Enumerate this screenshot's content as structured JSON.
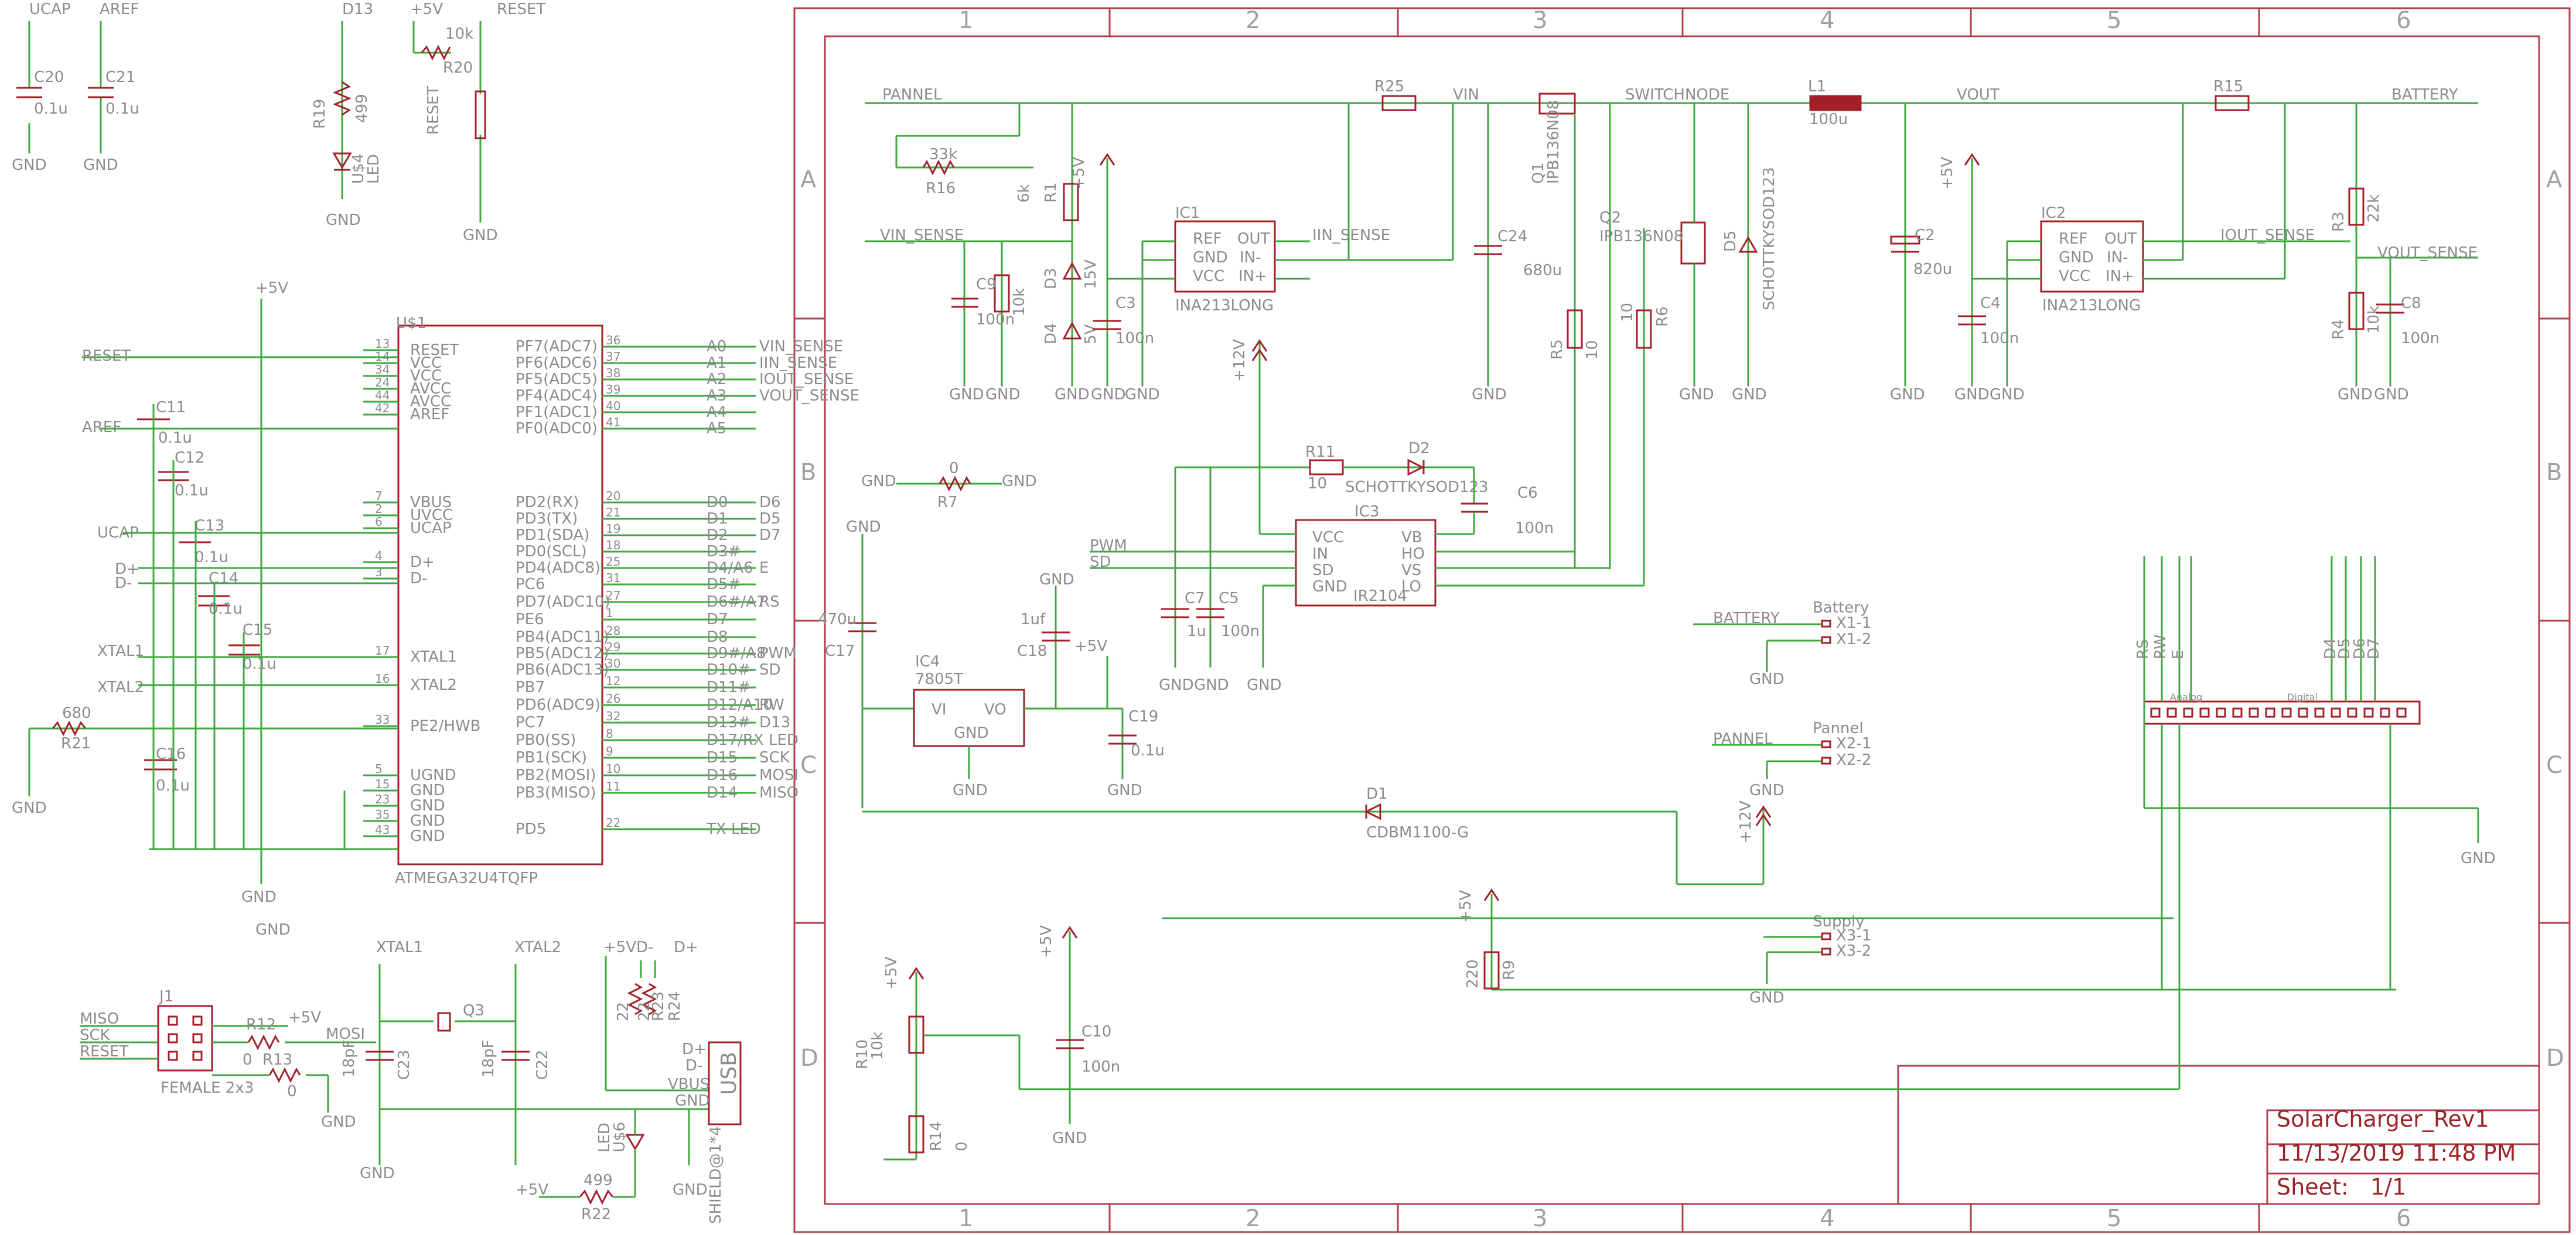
{
  "colors": {
    "wire": "#3fa83f",
    "part": "#a3202a",
    "text": "#8c8c8c",
    "frame": "#b2404a"
  },
  "frame": {
    "cols": [
      "1",
      "2",
      "3",
      "4",
      "5",
      "6"
    ],
    "rows": [
      "A",
      "B",
      "C",
      "D"
    ]
  },
  "title_block": {
    "name": "SolarCharger_Rev1",
    "date": "11/13/2019 11:48 PM",
    "sheet_label": "Sheet:",
    "sheet": "1/1"
  },
  "left": {
    "c20": "C20",
    "c20v": "0.1u",
    "c21": "C21",
    "c21v": "0.1u",
    "ucap": "UCAP",
    "aref": "AREF",
    "gnd": "GND",
    "d13": "D13",
    "r19": "R19",
    "r19v": "499",
    "u54": "U$4",
    "led": "LED",
    "p5v": "+5V",
    "reset": "RESET",
    "r20": "R20",
    "r20v": "10k",
    "u1": "U$1",
    "u1_name": "ATMEGA32U4TQFP",
    "c11": "C11",
    "c12": "C12",
    "c13": "C13",
    "c14": "C14",
    "c15": "C15",
    "c16": "C16",
    "cv": "0.1u",
    "dp": "D+",
    "dm": "D-",
    "xtal1": "XTAL1",
    "xtal2": "XTAL2",
    "r21": "R21",
    "r21v": "680",
    "u1_left_pins": [
      "RESET",
      "VCC",
      "VCC",
      "AVCC",
      "AVCC",
      "AREF",
      "VBUS",
      "UVCC",
      "UCAP",
      "D+",
      "D-",
      "XTAL1",
      "XTAL2",
      "PE2/HWB",
      "UGND",
      "GND",
      "GND",
      "GND",
      "GND"
    ],
    "u1_left_nums": [
      "13",
      "14",
      "34",
      "24",
      "44",
      "42",
      "7",
      "2",
      "6",
      "4",
      "3",
      "17",
      "16",
      "33",
      "5",
      "15",
      "23",
      "35",
      "43"
    ],
    "u1_right_pins": [
      "PF7(ADC7)",
      "PF6(ADC6)",
      "PF5(ADC5)",
      "PF4(ADC4)",
      "PF1(ADC1)",
      "PF0(ADC0)",
      "PD2(RX)",
      "PD3(TX)",
      "PD1(SDA)",
      "PD0(SCL)",
      "PD4(ADC8)",
      "PC6",
      "PD7(ADC10)",
      "PE6",
      "PB4(ADC11)",
      "PB5(ADC12)",
      "PB6(ADC13)",
      "PB7",
      "PD6(ADC9)",
      "PC7",
      "PB0(SS)",
      "PB1(SCK)",
      "PB2(MOSI)",
      "PB3(MISO)",
      "PD5"
    ],
    "u1_right_nums": [
      "36",
      "37",
      "38",
      "39",
      "40",
      "41",
      "20",
      "21",
      "19",
      "18",
      "25",
      "31",
      "27",
      "1",
      "28",
      "29",
      "30",
      "12",
      "26",
      "32",
      "8",
      "9",
      "10",
      "11",
      "22"
    ],
    "u1_right_sig": [
      "A0",
      "A1",
      "A2",
      "A3",
      "A4",
      "A5",
      "D0",
      "D1",
      "D2",
      "D3#",
      "D4/A6",
      "D5#",
      "D6#/A7",
      "D7",
      "D8",
      "D9#/A8",
      "D10#",
      "D11#",
      "D12/A10",
      "D13#",
      "D17/RX LED",
      "D15",
      "D16",
      "D14",
      "TX LED"
    ],
    "u1_right_nets": [
      "VIN_SENSE",
      "IIN_SENSE",
      "IOUT_SENSE",
      "VOUT_SENSE",
      "",
      "",
      "D6",
      "D5",
      "D7",
      "",
      "E",
      "",
      "RS",
      "",
      "",
      "PWM",
      "SD",
      "",
      "RW",
      "D13",
      "",
      "SCK",
      "MOSI",
      "MISO",
      ""
    ],
    "j1": "J1",
    "j1_name": "FEMALE 2x3",
    "miso": "MISO",
    "sck": "SCK",
    "reset2": "RESET",
    "r12": "R12",
    "r12v": "0",
    "r13": "R13",
    "r13v": "0",
    "mosi": "MOSI",
    "q3": "Q3",
    "c23": "C23",
    "c23v": "18pF",
    "c22": "C22",
    "c22v": "18pF",
    "r23": "R23",
    "r23v": "22",
    "r24": "R24",
    "r24v": "22",
    "usb": "USB",
    "vbus": "VBUS",
    "shield": "SHIELD@1*4",
    "u56": "U$6",
    "r22": "R22",
    "r22v": "499"
  },
  "main": {
    "pannel": "PANNEL",
    "r25": "R25",
    "vin": "VIN",
    "switchnode": "SWITCHNODE",
    "l1": "L1",
    "l1v": "100u",
    "vout": "VOUT",
    "r15": "R15",
    "battery": "BATTERY",
    "r16": "R16",
    "r16v": "33k",
    "r1": "R1",
    "r1v": "6k",
    "vin_sense": "VIN_SENSE",
    "c9": "C9",
    "c9v": "100n",
    "r2v": "10k",
    "d3": "D3",
    "d3v": "15V",
    "d4": "D4",
    "d4v": "5V",
    "c3": "C3",
    "c3v": "100n",
    "ic1": "IC1",
    "ic_name": "INA213LONG",
    "ic_pins_l": [
      "REF",
      "GND",
      "VCC"
    ],
    "ic_pins_r": [
      "OUT",
      "IN-",
      "IN+"
    ],
    "iin_sense": "IIN_SENSE",
    "c24": "C24",
    "c24v": "680u",
    "q1": "Q1",
    "q1v": "IPB136N08",
    "q2": "Q2",
    "q2v": "IPB136N08",
    "d5": "D5",
    "d5v": "SCHOTTKYSOD123",
    "r5": "R5",
    "r5v": "10",
    "r6": "R6",
    "r6v": "10",
    "c2": "C2",
    "c2v": "820u",
    "c4": "C4",
    "c4v": "100n",
    "ic2": "IC2",
    "iout_sense": "IOUT_SENSE",
    "vout_sense": "VOUT_SENSE",
    "r3": "R3",
    "r3v": "22k",
    "r4": "R4",
    "r4v": "10k",
    "c8": "C8",
    "c8v": "100n",
    "p12v": "+12V",
    "p5v": "+5V",
    "gnd": "GND",
    "r7": "R7",
    "r7v": "0",
    "r11": "R11",
    "r11v": "10",
    "d2": "D2",
    "d2v": "SCHOTTKYSOD123",
    "c6": "C6",
    "c6v": "100n",
    "ic3": "IC3",
    "ic3_name": "IR2104",
    "ic3_l": [
      "VCC",
      "IN",
      "SD",
      "GND"
    ],
    "ic3_r": [
      "VB",
      "HO",
      "VS",
      "LO"
    ],
    "pwm": "PWM",
    "sd": "SD",
    "c7": "C7",
    "c7v": "1u",
    "c5": "C5",
    "c5v": "100n",
    "c17": "C17",
    "c17v": "470u",
    "c18": "C18",
    "c18v": "1uf",
    "ic4": "IC4",
    "ic4v": "7805T",
    "vi": "VI",
    "vo": "VO",
    "c19": "C19",
    "c19v": "0.1u",
    "batt_x": "Battery",
    "x11": "X1-1",
    "x12": "X1-2",
    "pannel_x": "Pannel",
    "x21": "X2-1",
    "x22": "X2-2",
    "supply_x": "Supply",
    "x31": "X3-1",
    "x32": "X3-2",
    "d1": "D1",
    "d1v": "CDBM1100-G",
    "r9": "R9",
    "r9v": "220",
    "r10": "R10",
    "r10v": "10k",
    "r14": "R14",
    "r14v": "0",
    "c10": "C10",
    "c10v": "100n",
    "rs": "RS",
    "rw": "RW",
    "e": "E",
    "d4n": "D4",
    "d5n": "D5",
    "d6n": "D6",
    "d7n": "D7",
    "analog": "Analog",
    "digital": "Digital"
  }
}
